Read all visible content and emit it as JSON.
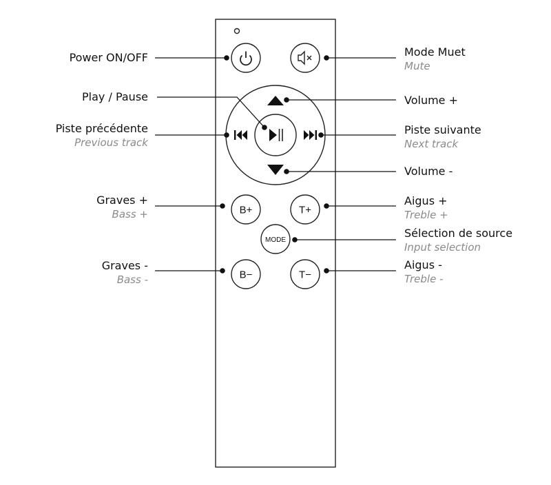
{
  "remote": {
    "buttons": {
      "power": "",
      "mute": "",
      "play_pause": "",
      "prev": "",
      "next": "",
      "vol_up": "",
      "vol_down": "",
      "bass_plus": "B+",
      "bass_minus": "B−",
      "treble_plus": "T+",
      "treble_minus": "T−",
      "mode": "MODE"
    }
  },
  "labels": {
    "power": {
      "fr": "Power ON/OFF"
    },
    "play_pause": {
      "fr": "Play / Pause"
    },
    "prev": {
      "fr": "Piste précédente",
      "en": "Previous track"
    },
    "bass_plus": {
      "fr": "Graves +",
      "en": "Bass +"
    },
    "bass_minus": {
      "fr": "Graves -",
      "en": "Bass -"
    },
    "mute": {
      "fr": "Mode Muet",
      "en": "Mute"
    },
    "vol_up": {
      "fr": "Volume +"
    },
    "next": {
      "fr": "Piste suivante",
      "en": "Next track"
    },
    "vol_down": {
      "fr": "Volume -"
    },
    "treble_plus": {
      "fr": "Aigus +",
      "en": "Treble +"
    },
    "source": {
      "fr": "Sélection de source",
      "en": "Input selection"
    },
    "treble_minus": {
      "fr": "Aigus -",
      "en": "Treble -"
    }
  },
  "icons": {
    "power": "power-icon",
    "mute": "speaker-mute-icon",
    "play_pause": "play-pause-icon",
    "prev": "previous-track-icon",
    "next": "next-track-icon",
    "vol_up": "triangle-up-icon",
    "vol_down": "triangle-down-icon"
  }
}
